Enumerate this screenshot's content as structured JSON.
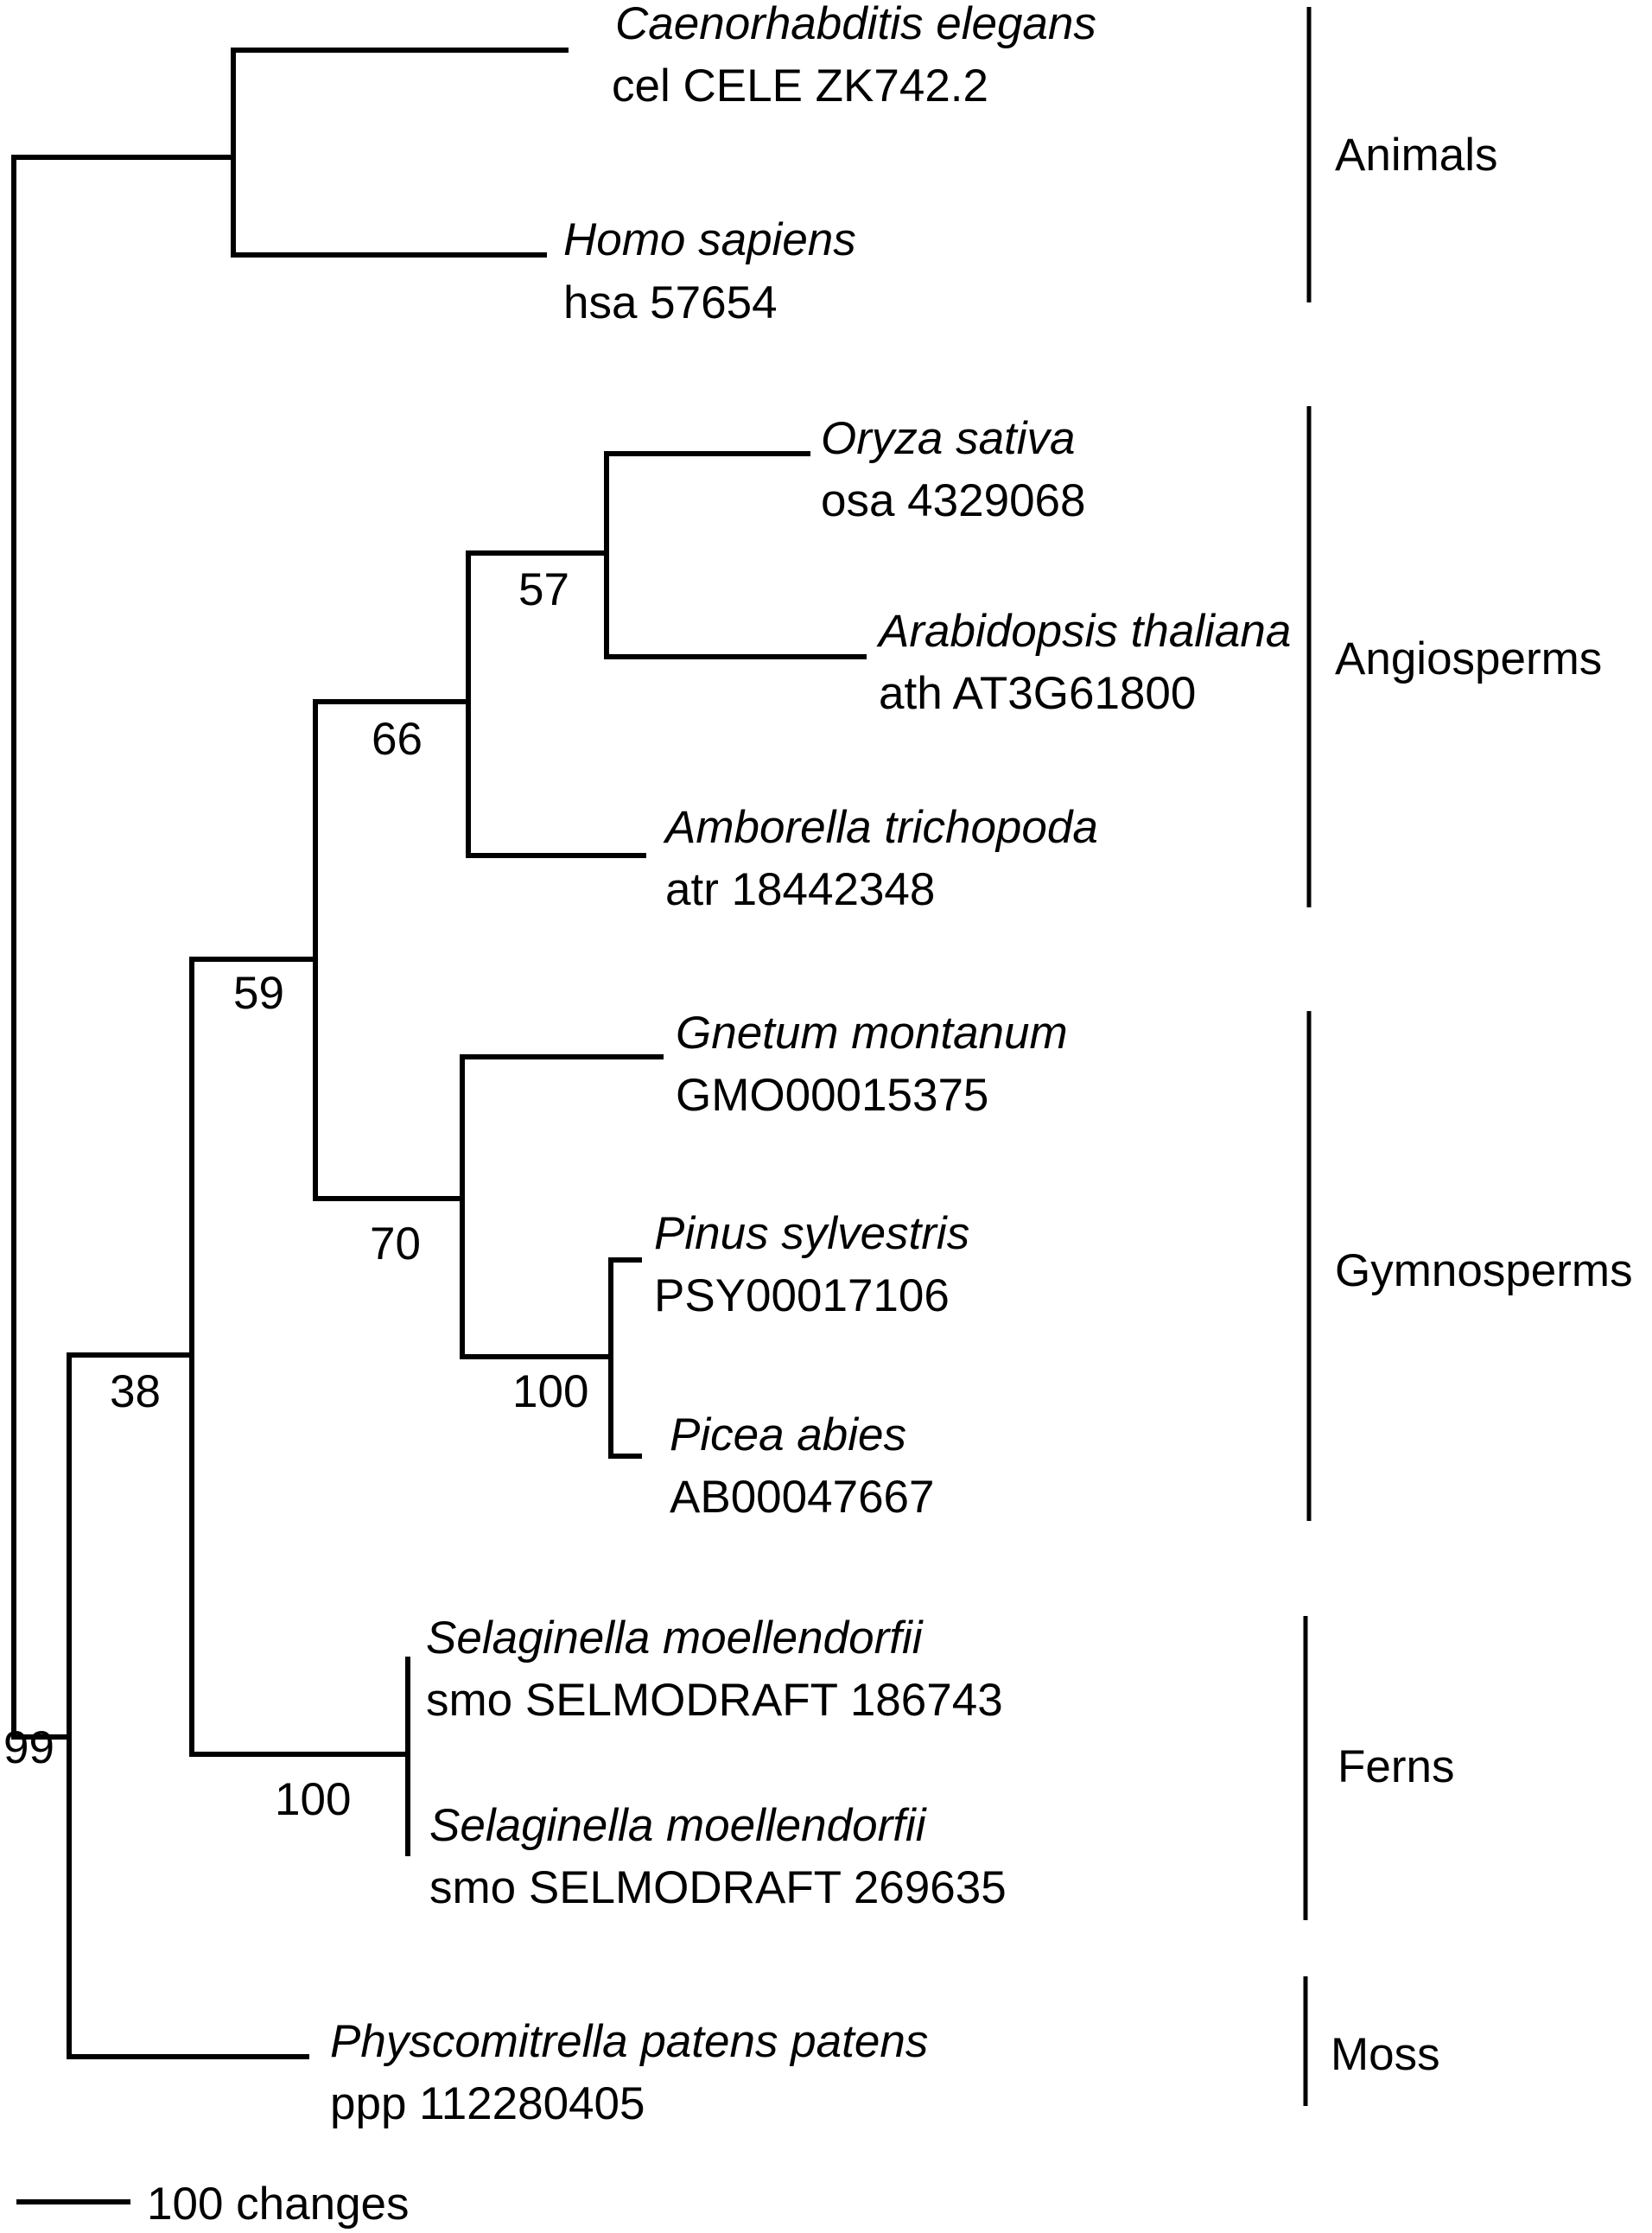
{
  "tree": {
    "taxa": [
      {
        "species": "Caenorhabditis elegans",
        "id": "cel CELE ZK742.2"
      },
      {
        "species": "Homo sapiens",
        "id": "hsa 57654"
      },
      {
        "species": "Oryza sativa",
        "id": "osa 4329068"
      },
      {
        "species": "Arabidopsis thaliana",
        "id": "ath AT3G61800"
      },
      {
        "species": "Amborella  trichopoda",
        "id": "atr 18442348"
      },
      {
        "species": "Gnetum  montanum",
        "id": "GMO00015375"
      },
      {
        "species": "Pinus sylvestris",
        "id": "PSY00017106"
      },
      {
        "species": "Picea  abies",
        "id": "AB00047667"
      },
      {
        "species": "Selaginella moellendorfii",
        "id": "smo SELMODRAFT 186743"
      },
      {
        "species": "Selaginella moellendorfii",
        "id": "smo SELMODRAFT 269635"
      },
      {
        "species": "Physcomitrella patens patens",
        "id": "ppp 112280405"
      }
    ],
    "support": [
      "57",
      "66",
      "59",
      "70",
      "100",
      "38",
      "100",
      "99"
    ],
    "groups": [
      "Animals",
      "Angiosperms",
      "Gymnosperms",
      "Ferns",
      "Moss"
    ],
    "scale_label": "100 changes"
  }
}
